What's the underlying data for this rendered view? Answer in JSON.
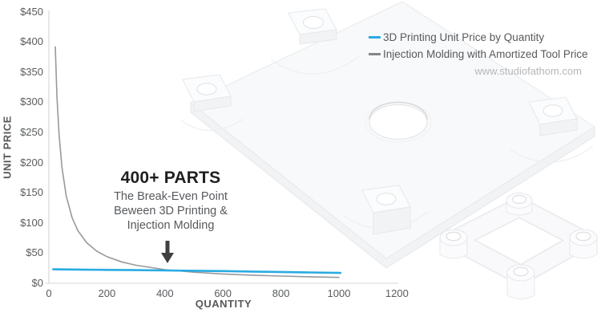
{
  "brand": {
    "watermark": "www.studiofathom.com"
  },
  "legend": {
    "items": [
      {
        "label": "3D Printing Unit Price by Quantity",
        "color": "#29abe2"
      },
      {
        "label": "Injection Molding with Amortized Tool Price",
        "color": "#85878a"
      }
    ]
  },
  "annotation": {
    "title": "400+ PARTS",
    "line1": "The Break-Even Point",
    "line2": "Beween 3D Printing &",
    "line3": "Injection Molding",
    "arrow_icon": "down-arrow",
    "arrow_color": "#3f4042"
  },
  "chart_data": {
    "type": "line",
    "title": "",
    "xlabel": "QUANTITY",
    "ylabel": "UNIT PRICE",
    "xlim": [
      0,
      1200
    ],
    "ylim": [
      0,
      450
    ],
    "grid": false,
    "legend_position": "top-right",
    "break_even_quantity": 400,
    "x_ticks": {
      "values": [
        0,
        200,
        400,
        600,
        800,
        1000,
        1200
      ],
      "labels": [
        "0",
        "200",
        "400",
        "600",
        "800",
        "1000",
        "1200"
      ]
    },
    "y_ticks": {
      "values": [
        0,
        50,
        100,
        150,
        200,
        250,
        300,
        350,
        400,
        450
      ],
      "labels": [
        "$0",
        "$50",
        "$100",
        "$150",
        "$200",
        "$250",
        "$300",
        "$350",
        "$400",
        "$450"
      ]
    },
    "series": [
      {
        "name": "3D Printing Unit Price by Quantity",
        "color": "#29abe2",
        "stroke_width": 2.6,
        "x": [
          15,
          100,
          200,
          300,
          400,
          500,
          600,
          700,
          800,
          900,
          1005
        ],
        "y": [
          22.5,
          22.1,
          21.6,
          21.1,
          20.6,
          20.1,
          19.5,
          18.8,
          18.1,
          17.3,
          16.5
        ]
      },
      {
        "name": "Injection Molding with Amortized Tool Price",
        "color": "#97999c",
        "stroke_width": 1.6,
        "x": [
          22,
          28,
          35,
          45,
          60,
          80,
          100,
          130,
          165,
          200,
          250,
          300,
          400,
          500,
          600,
          700,
          800,
          900,
          1000
        ],
        "y": [
          391.4,
          307.6,
          246.2,
          191.6,
          143.8,
          108.0,
          86.5,
          66.7,
          52.6,
          43.5,
          34.9,
          29.2,
          22.0,
          17.7,
          14.8,
          12.8,
          11.3,
          10.1,
          9.1
        ]
      }
    ]
  },
  "renders": {
    "large_part": "square-mounting-plate-3d-render",
    "small_part": "four-boss-bracket-3d-render"
  }
}
